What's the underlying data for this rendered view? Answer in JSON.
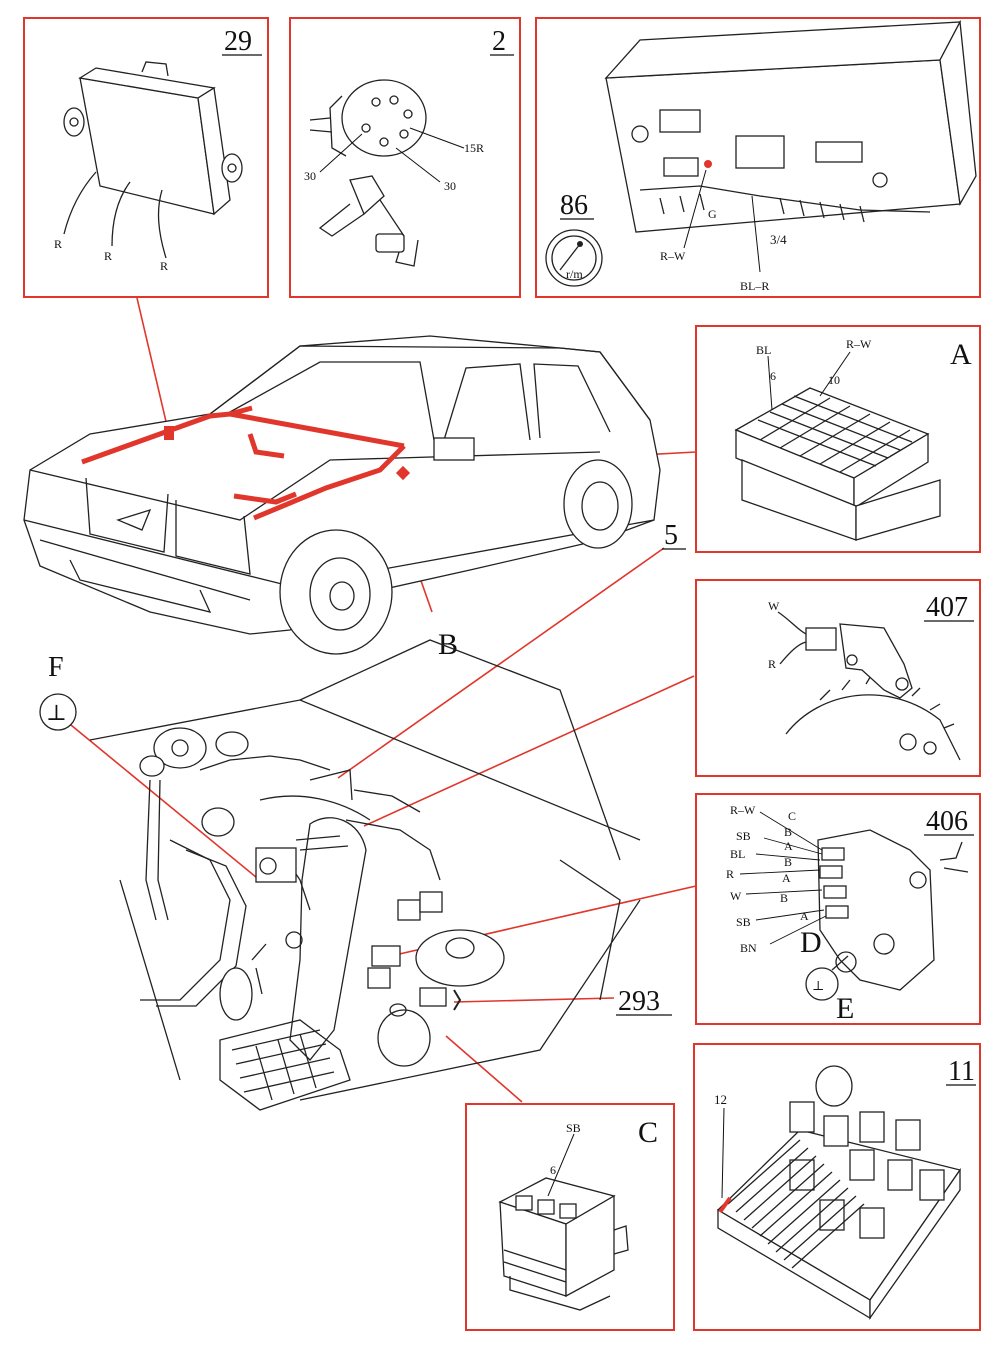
{
  "colors": {
    "accent": "#e0362b",
    "ink": "#222222"
  },
  "panels": {
    "p29": {
      "number": "29",
      "wires": [
        "R",
        "R",
        "R"
      ]
    },
    "p2": {
      "number": "2",
      "labels": [
        "15R",
        "30",
        "30"
      ]
    },
    "p86": {
      "number": "86",
      "unit": "r/m",
      "wires": [
        "R–W",
        "G",
        "BL–R"
      ],
      "pin": "3/4"
    },
    "pA": {
      "letter": "A",
      "wires": [
        "BL",
        "R–W"
      ],
      "pins": [
        "6",
        "10"
      ]
    },
    "p407": {
      "number": "407",
      "wires": [
        "W",
        "R"
      ]
    },
    "p406": {
      "number": "406",
      "wires": [
        "R–W",
        "SB",
        "BL",
        "R",
        "W",
        "SB",
        "BN"
      ],
      "pins": [
        "C",
        "B",
        "A",
        "B",
        "A",
        "B",
        "A"
      ],
      "letters": [
        "D",
        "E"
      ]
    },
    "p11": {
      "number": "11",
      "pin": "12"
    },
    "pC": {
      "letter": "C",
      "wire": "SB",
      "pin": "6"
    }
  },
  "callouts": {
    "b": "B",
    "five": "5",
    "f": "F",
    "c293": "293"
  },
  "ground_symbol": "⊥"
}
